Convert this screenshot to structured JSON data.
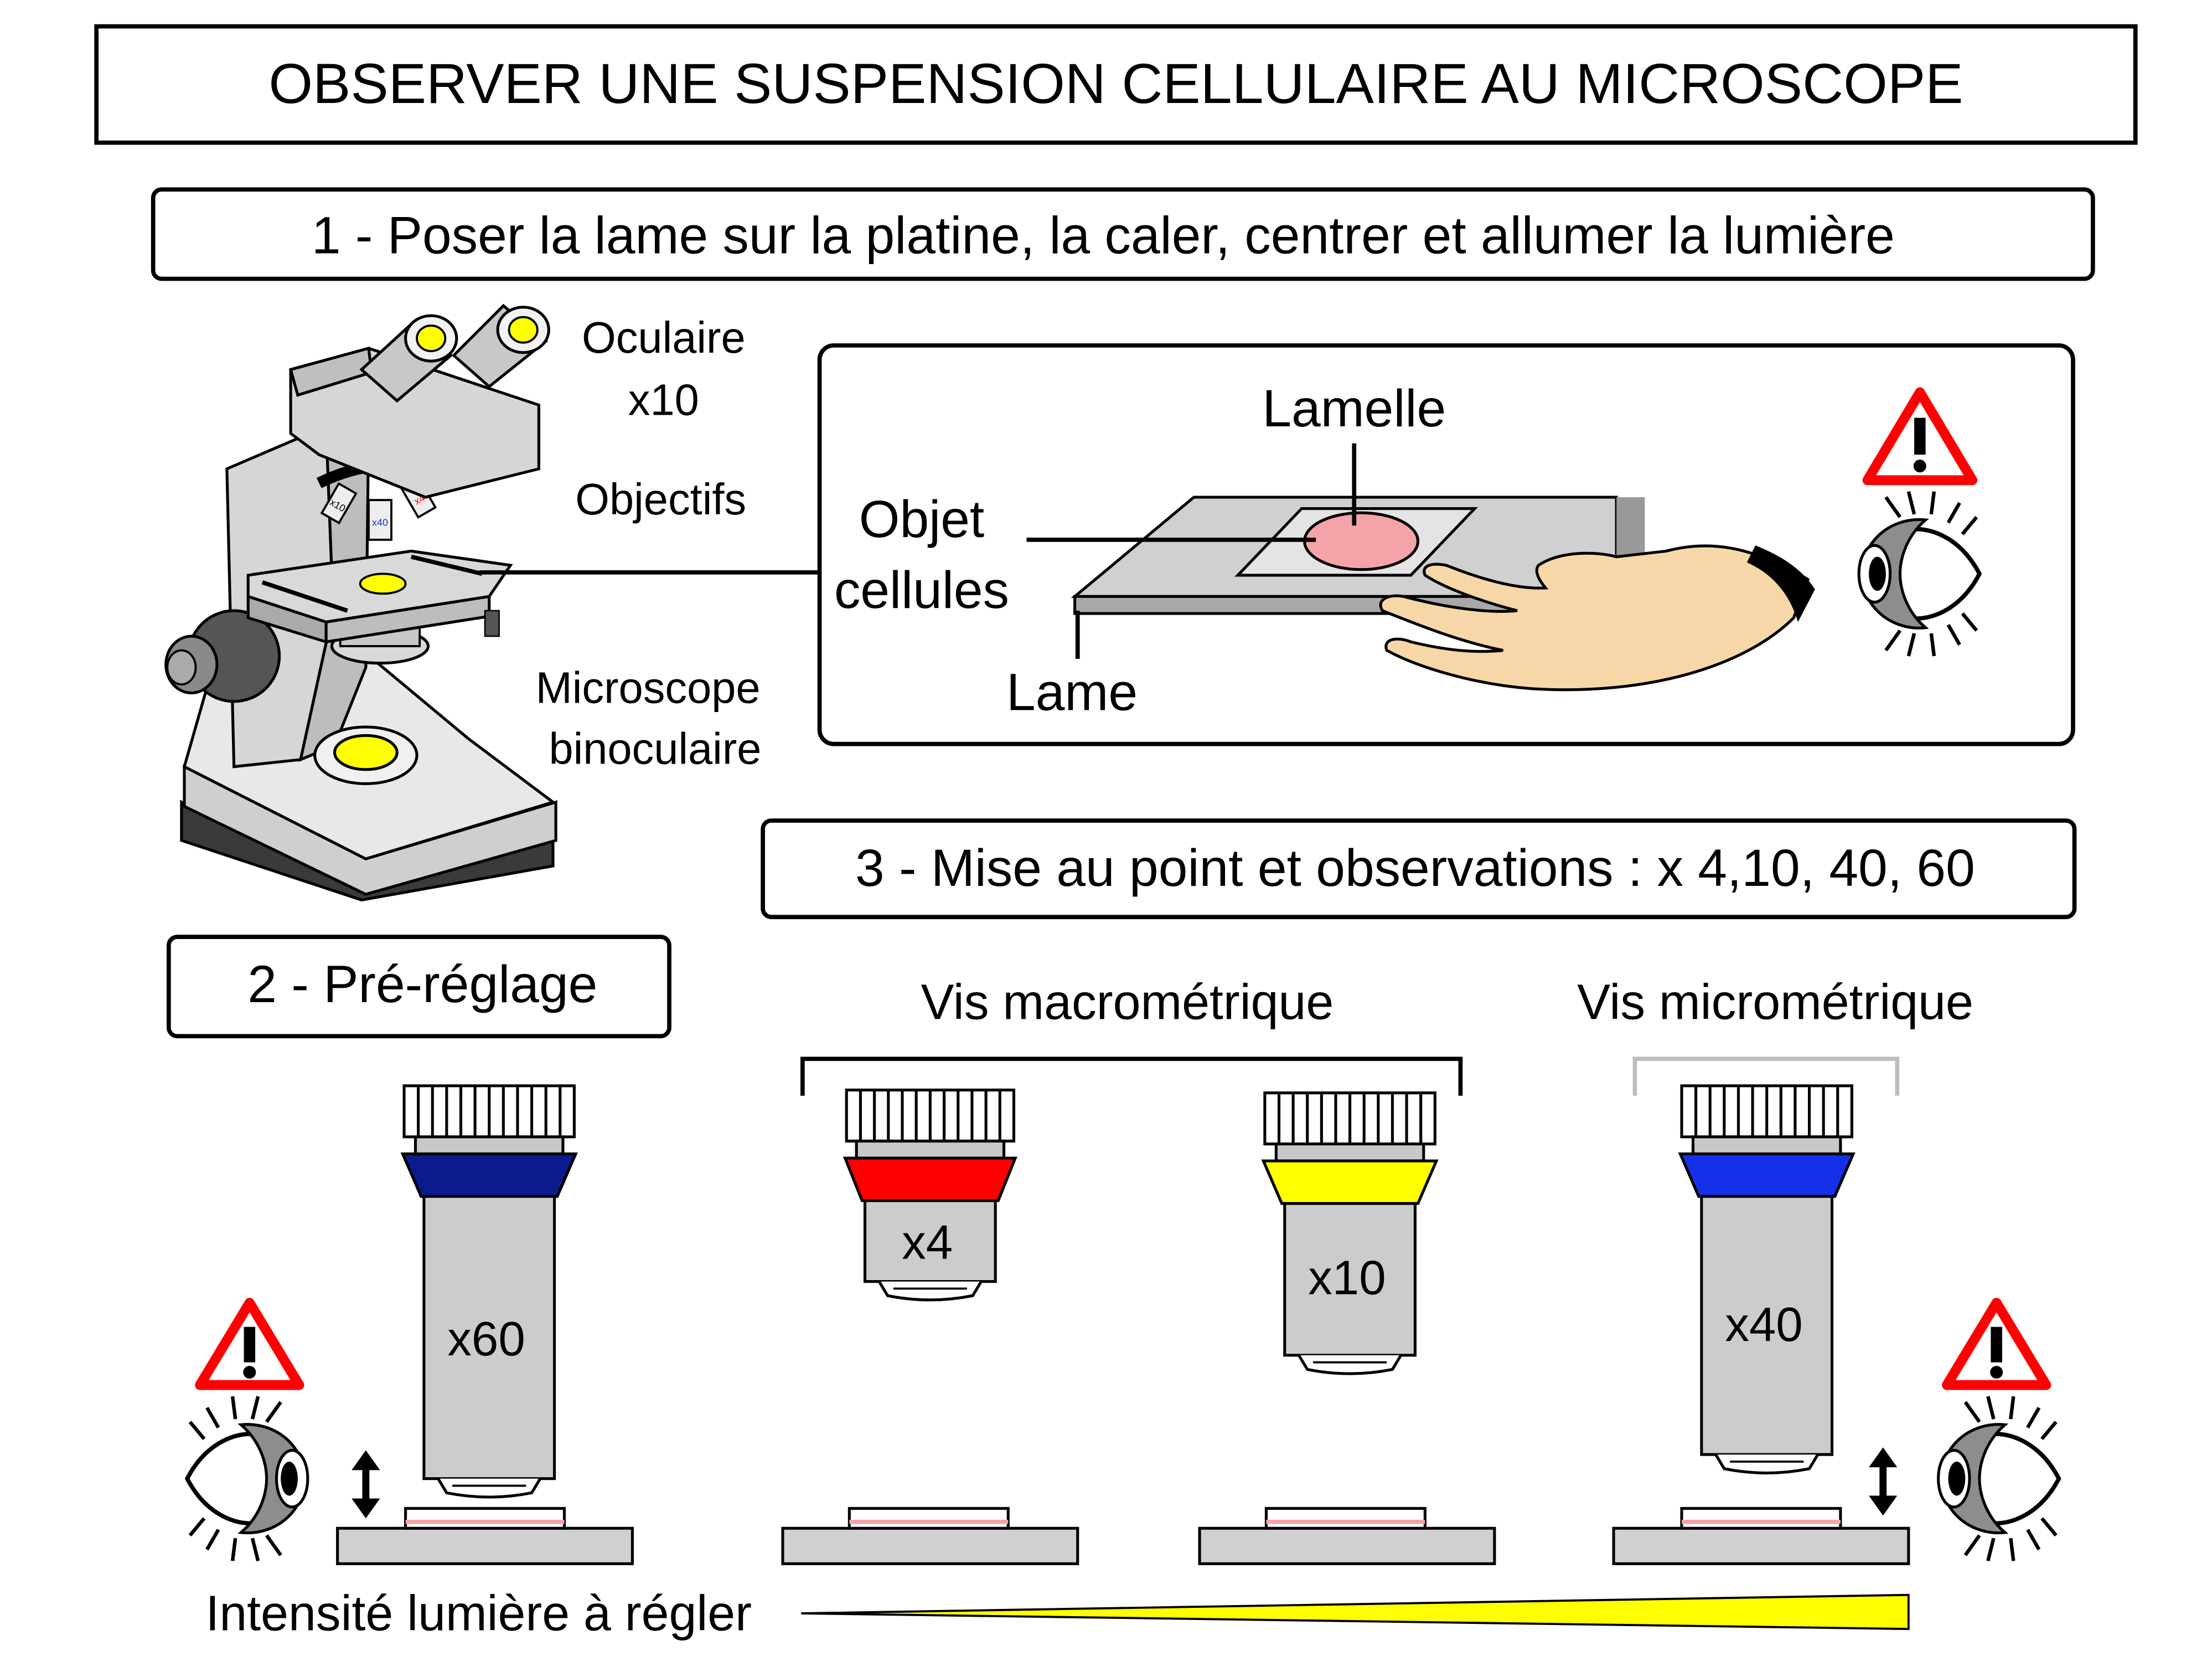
{
  "title": "OBSERVER UNE SUSPENSION CELLULAIRE AU MICROSCOPE",
  "steps": {
    "step1": "1 - Poser la lame sur la platine, la caler, centrer et allumer la lumière",
    "step2": "2 - Pré-réglage",
    "step3": "3 - Mise au point et observations : x 4,10, 40, 60"
  },
  "microscope_labels": {
    "oculaire_line1": "Oculaire",
    "oculaire_line2": "x10",
    "objectifs": "Objectifs",
    "microscope_line1": "Microscope",
    "microscope_line2": "binoculaire"
  },
  "slide_labels": {
    "lamelle": "Lamelle",
    "objet_line1": "Objet",
    "objet_line2": "cellules",
    "lame": "Lame"
  },
  "screws": {
    "macro": "Vis macrométrique",
    "micro": "Vis micrométrique"
  },
  "objectives": [
    {
      "label": "x60",
      "color": "#0b1a8c"
    },
    {
      "label": "x4",
      "color": "#ff0000"
    },
    {
      "label": "x10",
      "color": "#ffff00"
    },
    {
      "label": "x40",
      "color": "#1430e6"
    }
  ],
  "light": "Intensité lumière à régler",
  "colors": {
    "warning": "#ff0000",
    "yellow_light": "#ffff00",
    "specimen": "#f4a3a8",
    "hand": "#f7d7a8",
    "metal": "#cfcfcf"
  },
  "icons": [
    "warning-icon",
    "eye-icon",
    "double-arrow-icon"
  ]
}
